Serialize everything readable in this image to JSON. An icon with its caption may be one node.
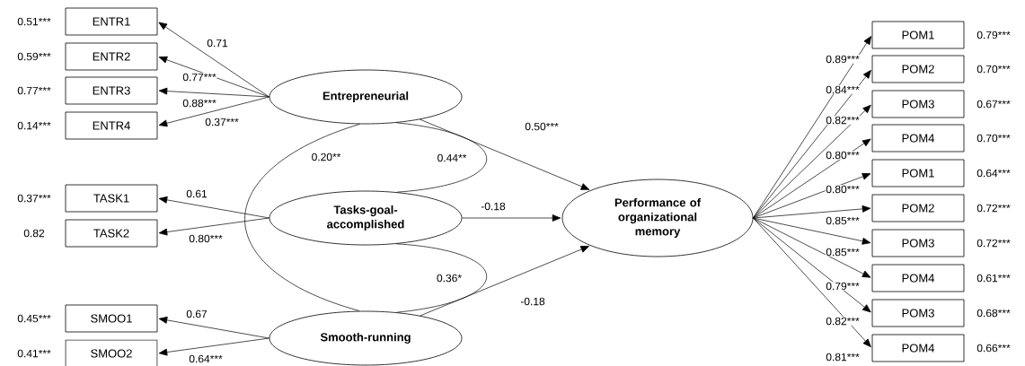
{
  "diagram": {
    "nodes": [
      {
        "text": [
          "ENTR1"
        ],
        "beside": [
          "0.51***"
        ]
      },
      {
        "text": [
          "ENTR2"
        ],
        "beside": [
          "0.59***"
        ]
      },
      {
        "text": [
          "ENTR3"
        ],
        "beside": [
          "0.77***"
        ]
      },
      {
        "text": [
          "ENTR4"
        ],
        "beside": [
          "0.14***"
        ]
      },
      {
        "text": [
          "Entrepreneurial"
        ]
      },
      {
        "text": [
          "TASK1"
        ],
        "beside": [
          "0.37***"
        ]
      },
      {
        "text": [
          "TASK2"
        ],
        "beside": [
          "0.82"
        ]
      },
      {
        "text": [
          "Tasks-goal-accomplished"
        ]
      },
      {
        "text": [
          "SMOO1"
        ],
        "beside": [
          "0.45***"
        ]
      },
      {
        "text": [
          "SMOO2"
        ],
        "beside": [
          "0.41***"
        ]
      },
      {
        "text": [
          "Smooth-running"
        ]
      },
      {
        "text": [
          "Performance of organizational memory"
        ]
      },
      {
        "text": [
          "POM1"
        ],
        "beside": [
          "0.79***"
        ]
      },
      {
        "text": [
          "POM2"
        ],
        "beside": [
          "0.70***"
        ]
      },
      {
        "text": [
          "POM3"
        ],
        "beside": [
          "0.67***"
        ]
      },
      {
        "text": [
          "POM4"
        ],
        "beside": [
          "0.70***"
        ]
      },
      {
        "text": [
          "POM1"
        ],
        "beside": [
          "0.64***"
        ]
      },
      {
        "text": [
          "POM2"
        ],
        "beside": [
          "0.72***"
        ]
      },
      {
        "text": [
          "POM3"
        ],
        "beside": [
          "0.72***"
        ]
      },
      {
        "text": [
          "POM4"
        ],
        "beside": [
          "0.61***"
        ]
      },
      {
        "text": [
          "POM3"
        ],
        "beside": [
          "0.68***"
        ]
      },
      {
        "text": [
          "POM4"
        ],
        "beside": [
          "0.66***"
        ]
      }
    ],
    "edges": [
      {
        "from": 4,
        "to": 0,
        "arrow": "to",
        "label": "0.71"
      },
      {
        "from": 4,
        "to": 1,
        "arrow": "to",
        "label": "0.77***"
      },
      {
        "from": 4,
        "to": 2,
        "arrow": "to",
        "label": "0.88***"
      },
      {
        "from": 4,
        "to": 3,
        "arrow": "to",
        "label": "0.37***"
      },
      {
        "from": 7,
        "to": 5,
        "arrow": "to",
        "label": "0.61"
      },
      {
        "from": 7,
        "to": 6,
        "arrow": "to",
        "label": "0.80***"
      },
      {
        "from": 10,
        "to": 8,
        "arrow": "to",
        "label": "0.67"
      },
      {
        "from": 10,
        "to": 9,
        "arrow": "to",
        "label": "0.64***"
      },
      {
        "from": 4,
        "to": 10,
        "arrow": "none",
        "label": "0.20**"
      },
      {
        "from": 4,
        "to": 7,
        "arrow": "none",
        "label": "0.44**"
      },
      {
        "from": 7,
        "to": 10,
        "arrow": "none",
        "label": "0.36*"
      },
      {
        "from": 4,
        "to": 11,
        "arrow": "to",
        "label": "0.50***"
      },
      {
        "from": 7,
        "to": 11,
        "arrow": "to",
        "label": "-0.18"
      },
      {
        "from": 10,
        "to": 11,
        "arrow": "to",
        "label": "-0.18"
      },
      {
        "from": 11,
        "to": 12,
        "arrow": "to",
        "label": "0.89***"
      },
      {
        "from": 11,
        "to": 13,
        "arrow": "to",
        "label": "0.84***"
      },
      {
        "from": 11,
        "to": 14,
        "arrow": "to",
        "label": "0.82***"
      },
      {
        "from": 11,
        "to": 15,
        "arrow": "to",
        "label": "0.80***"
      },
      {
        "from": 11,
        "to": 16,
        "arrow": "to",
        "label": "0.80***"
      },
      {
        "from": 11,
        "to": 17,
        "arrow": "to",
        "label": "0.85***"
      },
      {
        "from": 11,
        "to": 18,
        "arrow": "to",
        "label": "0.85***"
      },
      {
        "from": 11,
        "to": 19,
        "arrow": "to",
        "label": "0.79***"
      },
      {
        "from": 11,
        "to": 20,
        "arrow": "to",
        "label": "0.82***"
      },
      {
        "from": 11,
        "to": 21,
        "arrow": "to",
        "label": "0.81***"
      }
    ]
  }
}
